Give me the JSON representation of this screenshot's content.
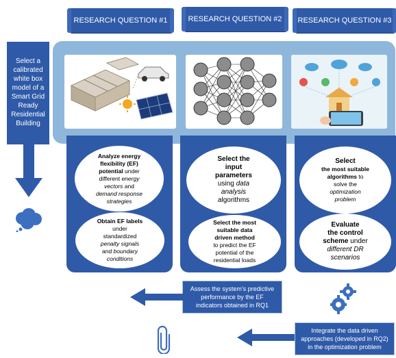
{
  "headers": {
    "rq1": "RESEARCH QUESTION #1",
    "rq2": "RESEARCH QUESTION #2",
    "rq3": "RESEARCH QUESTION #3"
  },
  "sidebar": {
    "line1": "Select a",
    "line2": "calibrated",
    "line3": "white box",
    "line4": "model of a",
    "line5": "Smart Grid",
    "line6": "Ready",
    "line7": "Residential",
    "line8": "Building"
  },
  "rq1": {
    "oval1": {
      "a": "Analyze energy",
      "b": "flexibility (EF)",
      "c": "potential",
      "d": " under",
      "e": "different ",
      "f": "energy",
      "g": "vectors",
      "h": " and",
      "i": "demand response",
      "j": "strategies"
    },
    "oval2": {
      "a": "Obtain EF labels",
      "b": "under",
      "c": "standardized",
      "d": "penalty signals",
      "e": "and ",
      "f": "boundary",
      "g": "conditions"
    }
  },
  "rq2": {
    "oval1": {
      "a": "Select the",
      "b": "input",
      "c": "parameters",
      "d": "using ",
      "e": "data",
      "f": "analysis",
      "g": "algorithms"
    },
    "oval2": {
      "a": "Select the most",
      "b": "suitable data",
      "c": "driven method",
      "d": "to predict the EF",
      "e": "potential of the",
      "f": "residential loads"
    }
  },
  "rq3": {
    "oval1": {
      "a": "Select",
      "b": "the most suitable",
      "c": "algorithms",
      "d": " to",
      "e": "solve the",
      "f": "optimization",
      "g": "problem"
    },
    "oval2": {
      "a": "Evaluate",
      "b": "the control",
      "c": "scheme",
      "d": " under",
      "e": "different DR",
      "f": "scenarios"
    }
  },
  "notes": {
    "assess_l1": "Assess the system’s predictive",
    "assess_l2": "performance by the EF",
    "assess_l3": "indicators obtained in RQ1",
    "integrate_l1": "Integrate the data driven",
    "integrate_l2": "approaches (developed in RQ2)",
    "integrate_l3": "in the optimization problem"
  },
  "colors": {
    "primary": "#2f5aa8",
    "panel": "#8fb7dc",
    "neuron": "#8c8c8c"
  }
}
